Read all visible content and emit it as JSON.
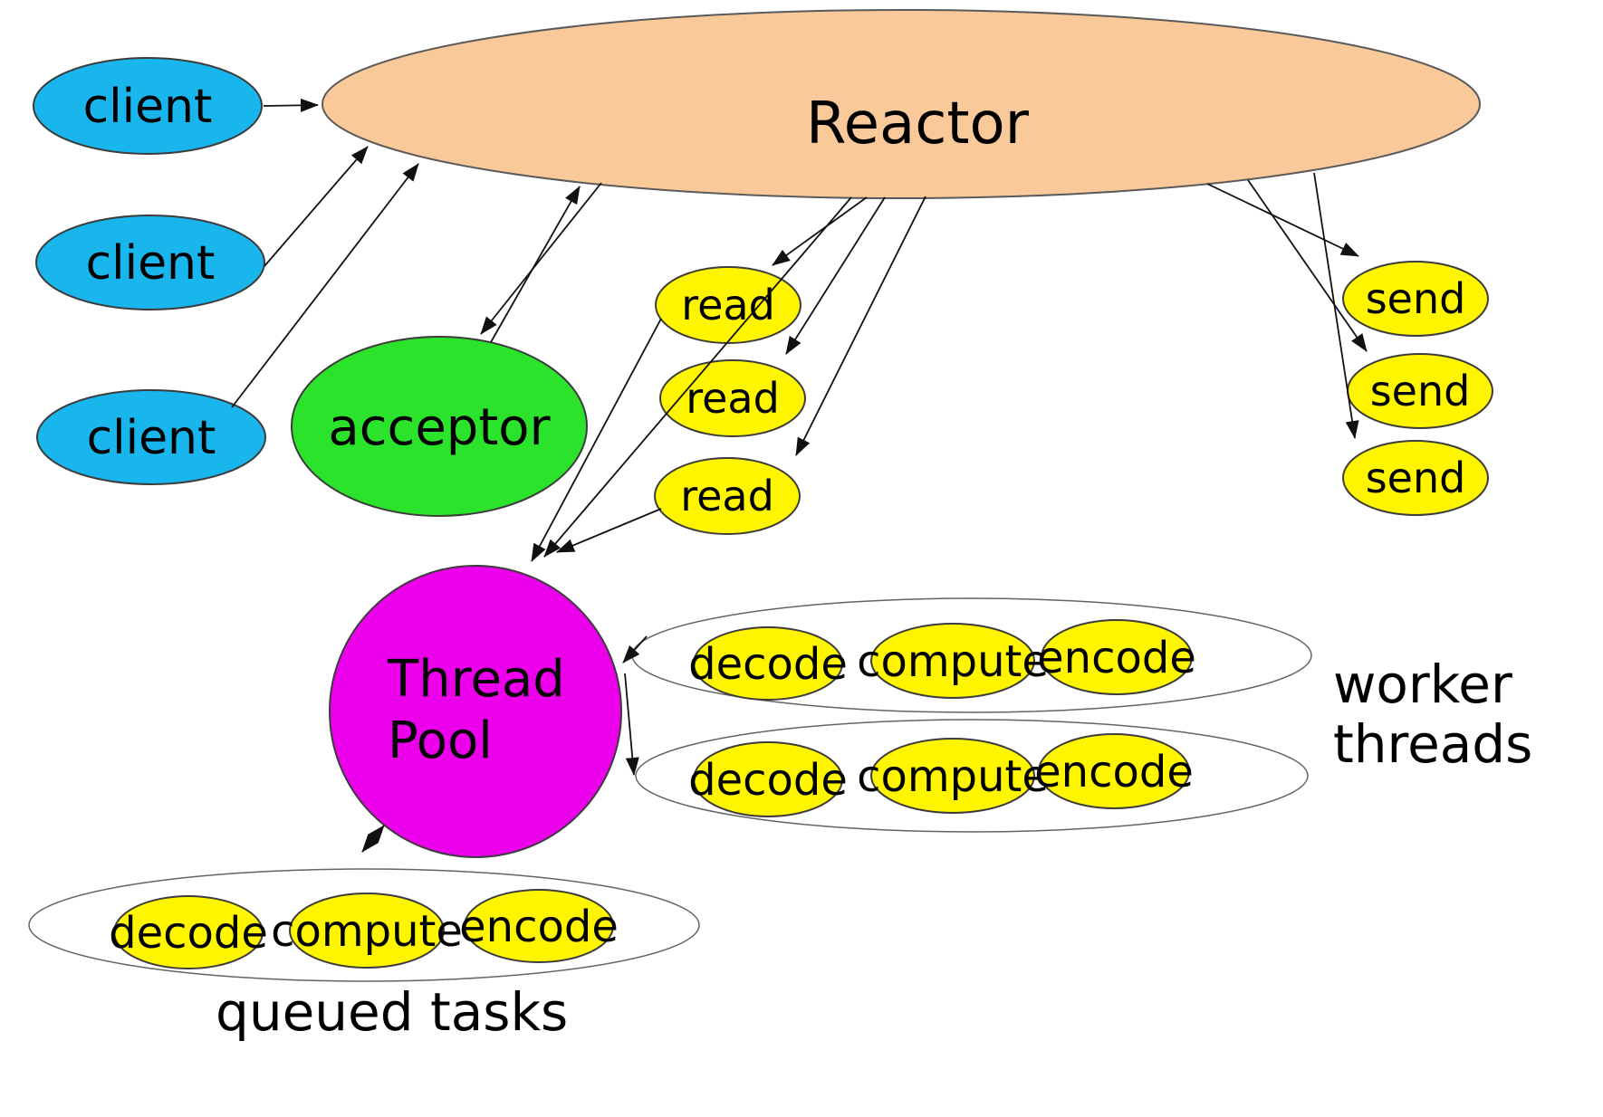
{
  "colors": {
    "reactor": "#F9C99A",
    "client": "#18B6EC",
    "acceptor": "#2BE32B",
    "thread_pool": "#EC00EC",
    "task": "#FFF500",
    "outline_white": "#FFFFFF",
    "arrow": "#111111",
    "text": "#000000",
    "background": "#FFFFFF"
  },
  "nodes": {
    "reactor": {
      "label": "Reactor"
    },
    "clients": [
      {
        "label": "client"
      },
      {
        "label": "client"
      },
      {
        "label": "client"
      }
    ],
    "acceptor": {
      "label": "acceptor"
    },
    "reads": [
      {
        "label": "read"
      },
      {
        "label": "read"
      },
      {
        "label": "read"
      }
    ],
    "sends": [
      {
        "label": "send"
      },
      {
        "label": "send"
      },
      {
        "label": "send"
      }
    ],
    "thread_pool": {
      "line1": "Thread",
      "line2": "Pool"
    },
    "worker_rows": [
      {
        "tasks": [
          {
            "label": "decode"
          },
          {
            "label": "compute"
          },
          {
            "label": "encode"
          }
        ]
      },
      {
        "tasks": [
          {
            "label": "decode"
          },
          {
            "label": "compute"
          },
          {
            "label": "encode"
          }
        ]
      }
    ],
    "queued_row": {
      "tasks": [
        {
          "label": "decode"
        },
        {
          "label": "compute"
        },
        {
          "label": "encode"
        }
      ]
    }
  },
  "annotations": {
    "worker_threads": {
      "line1": "worker",
      "line2": "threads"
    },
    "queued_tasks": {
      "label": "queued tasks"
    }
  }
}
